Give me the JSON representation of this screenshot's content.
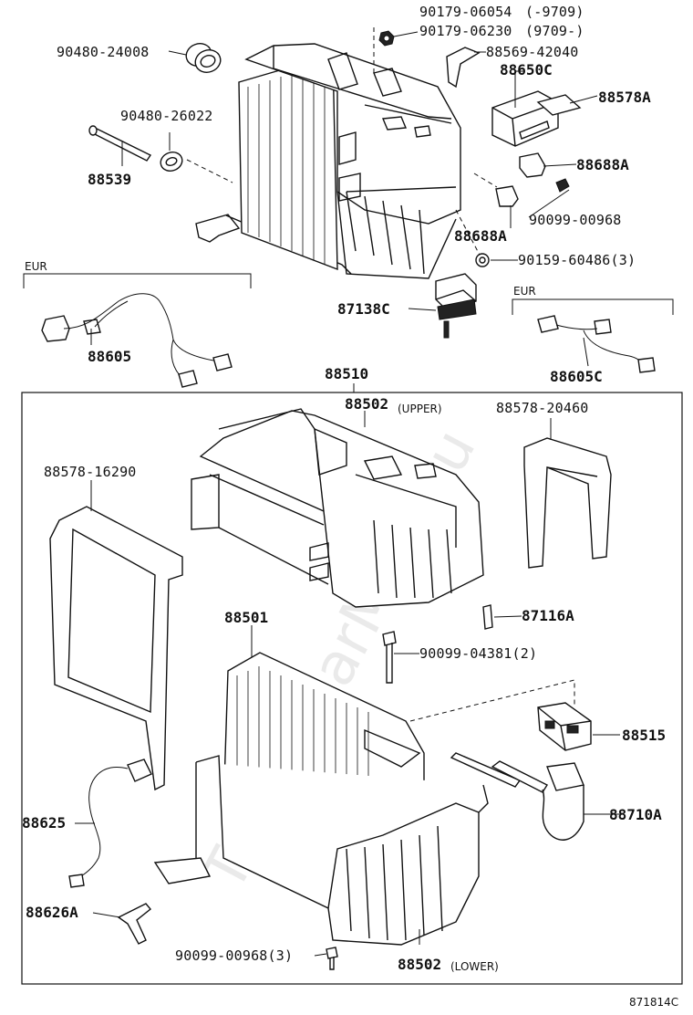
{
  "watermark": "ToyotaCarMine.ru",
  "diagram_code": "871814C",
  "region_labels": {
    "eur_left": "EUR",
    "eur_right": "EUR"
  },
  "labels": {
    "p90179_1": "90179-06054",
    "p90179_1_note": "(-9709)",
    "p90179_2": "90179-06230",
    "p90179_2_note": "(9709-)",
    "p88569": "88569-42040",
    "p88650C": "88650C",
    "p88578A": "88578A",
    "p88688A_1": "88688A",
    "p90099_00968": "90099-00968",
    "p88688A_2": "88688A",
    "p90159": "90159-60486(3)",
    "p87138C": "87138C",
    "p88605": "88605",
    "p88605C": "88605C",
    "p90480_24008": "90480-24008",
    "p90480_26022": "90480-26022",
    "p88539": "88539",
    "p88510": "88510",
    "p88502_upper": "88502",
    "p88502_upper_note": "(UPPER)",
    "p88578_20460": "88578-20460",
    "p88578_16290": "88578-16290",
    "p88501": "88501",
    "p87116A": "87116A",
    "p90099_04381": "90099-04381(2)",
    "p88515": "88515",
    "p88710A": "88710A",
    "p88625": "88625",
    "p88626A": "88626A",
    "p90099_00968_3": "90099-00968(3)",
    "p88502_lower": "88502",
    "p88502_lower_note": "(LOWER)"
  }
}
